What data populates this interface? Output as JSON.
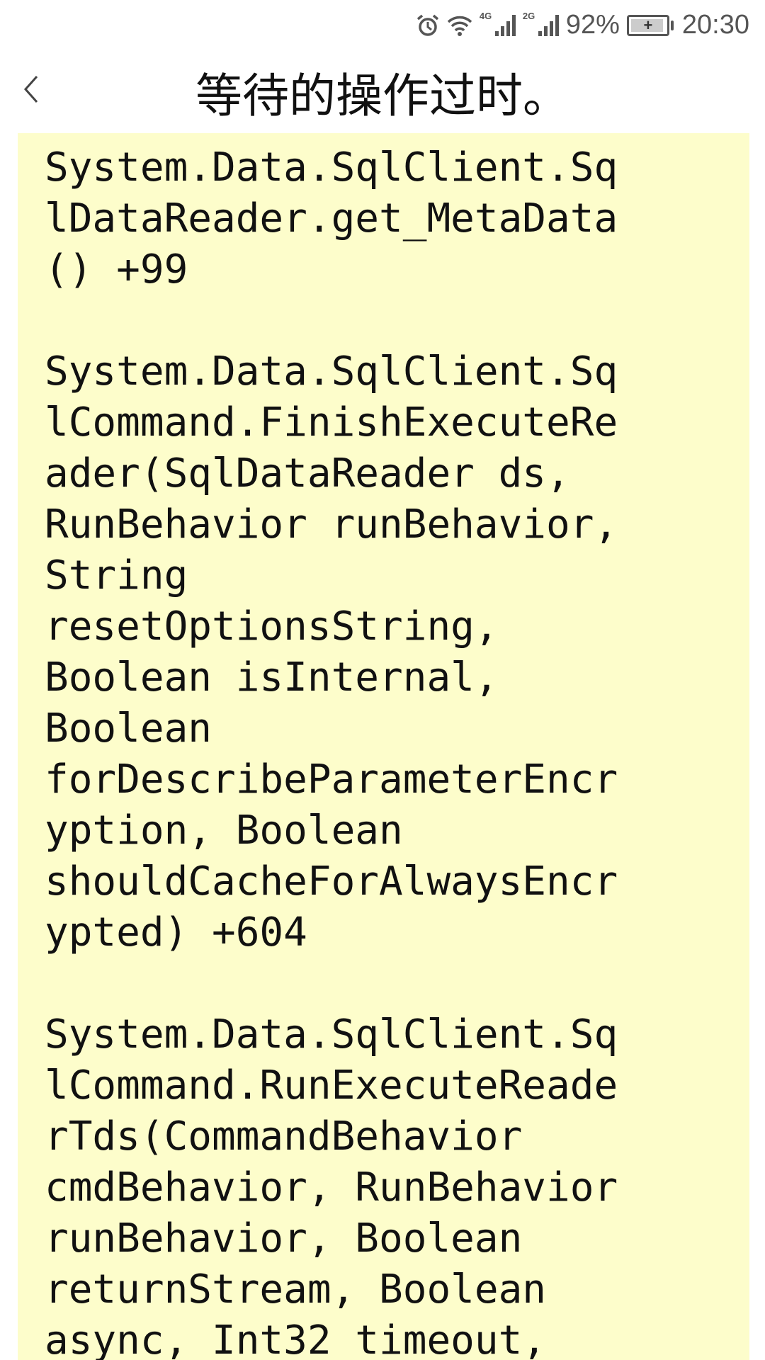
{
  "status_bar": {
    "signal1": "4G",
    "signal2": "2G",
    "battery": "92%",
    "time": "20:30"
  },
  "header": {
    "title": "等待的操作过时。"
  },
  "content": {
    "lines": [
      "System.Data.SqlClient.Sq",
      "lDataReader.get_MetaData",
      "() +99",
      "",
      "System.Data.SqlClient.Sq",
      "lCommand.FinishExecuteRe",
      "ader(SqlDataReader ds,",
      "RunBehavior runBehavior,",
      "String",
      "resetOptionsString,",
      "Boolean isInternal,",
      "Boolean",
      "forDescribeParameterEncr",
      "yption, Boolean",
      "shouldCacheForAlwaysEncr",
      "ypted) +604",
      "",
      "System.Data.SqlClient.Sq",
      "lCommand.RunExecuteReade",
      "rTds(CommandBehavior",
      "cmdBehavior, RunBehavior",
      "runBehavior, Boolean",
      "returnStream, Boolean",
      "async, Int32 timeout,"
    ]
  }
}
